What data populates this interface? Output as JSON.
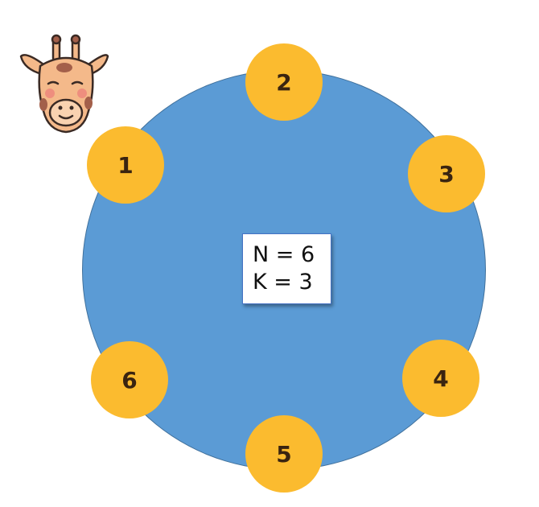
{
  "diagram": {
    "nodes": [
      {
        "label": "1"
      },
      {
        "label": "2"
      },
      {
        "label": "3"
      },
      {
        "label": "4"
      },
      {
        "label": "5"
      },
      {
        "label": "6"
      }
    ],
    "params": {
      "n_line": "N = 6",
      "k_line": "K = 3"
    }
  },
  "icons": {
    "mascot": "giraffe-icon"
  },
  "colors": {
    "circle_fill": "#5b9bd5",
    "node_fill": "#fbbb2f",
    "node_text": "#3a2410",
    "box_border": "#4472c4"
  }
}
